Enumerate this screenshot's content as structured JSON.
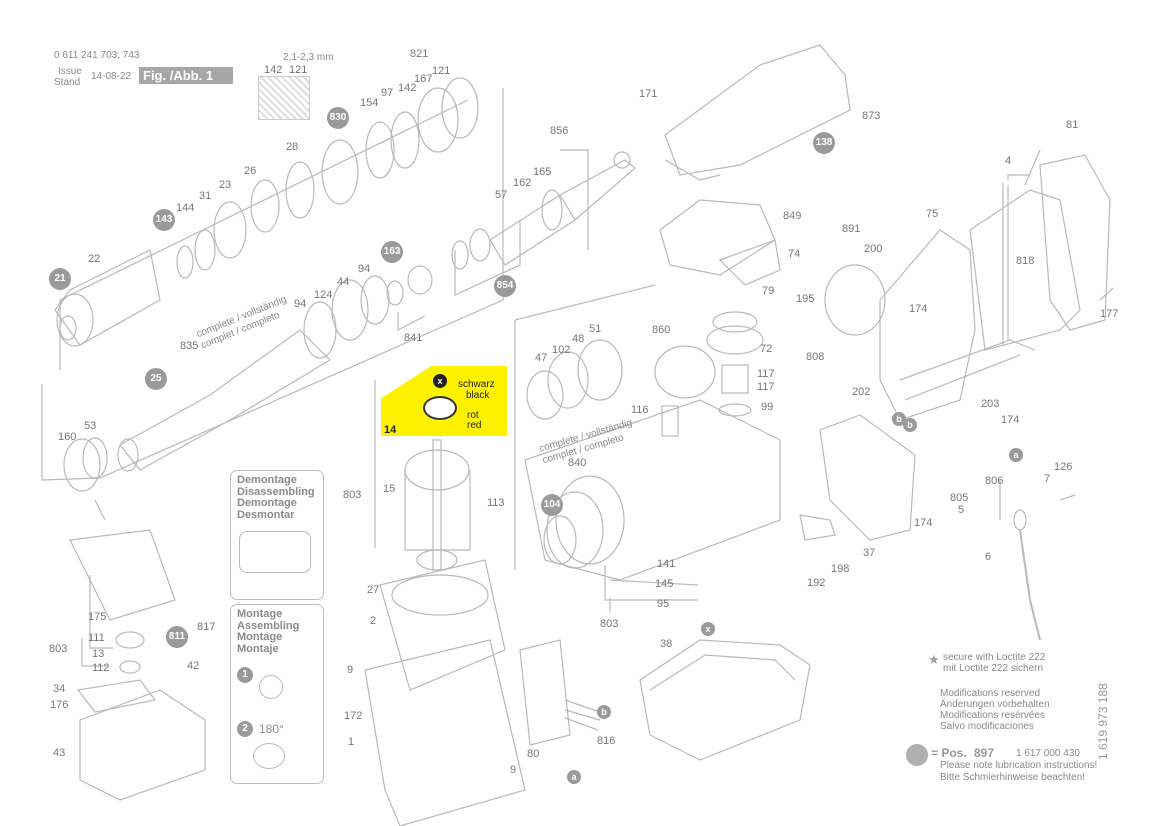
{
  "header": {
    "part_numbers": "0 611 241 703; 743",
    "issue_label": "Issue",
    "stand_label": "Stand",
    "issue_date": "14-08-22",
    "figure_label": "Fig. /Abb. 1"
  },
  "detail": {
    "dimension": "2,1-2,3 mm",
    "labels": [
      "142",
      "121"
    ]
  },
  "parts": [
    "821",
    "154",
    "97",
    "142",
    "167",
    "121",
    "830",
    "28",
    "26",
    "23",
    "31",
    "144",
    "143",
    "22",
    "21",
    "856",
    "57",
    "162",
    "165",
    "163",
    "854",
    "94",
    "44",
    "124",
    "94",
    "841",
    "835",
    "25",
    "53",
    "160",
    "15",
    "113",
    "803",
    "27",
    "2",
    "9",
    "172",
    "1",
    "9",
    "80",
    "816",
    "811",
    "817",
    "42",
    "175",
    "111",
    "803",
    "13",
    "112",
    "34",
    "176",
    "43",
    "860",
    "48",
    "51",
    "102",
    "47",
    "116",
    "72",
    "117",
    "117",
    "99",
    "104",
    "840",
    "141",
    "145",
    "95",
    "803",
    "38",
    "171",
    "873",
    "138",
    "849",
    "74",
    "79",
    "81",
    "4",
    "891",
    "200",
    "75",
    "818",
    "195",
    "174",
    "808",
    "202",
    "177",
    "203",
    "174",
    "174",
    "37",
    "192",
    "198",
    "806",
    "7",
    "126",
    "805",
    "5",
    "6"
  ],
  "lubrication_marks": [
    "x",
    "b",
    "a",
    "b",
    "a",
    "b",
    "x"
  ],
  "complete_text": "complete / vollständig\ncomplet / completo",
  "disassembling_box": {
    "title": "Demontage\nDisassembling\nDemontage\nDesmontar"
  },
  "assembling_box": {
    "title": "Montage\nAssembling\nMontage\nMontaje",
    "step1": "1",
    "step2": "2",
    "angle": "180°"
  },
  "highlight": {
    "mark": "x",
    "color_de": "schwarz",
    "color_en": "black",
    "color2_de": "rot",
    "color2_en": "red",
    "part": "14"
  },
  "notes": {
    "loctite_en": "secure with Loctite 222",
    "loctite_de": "mit Loctite 222 sichern",
    "mod_en": "Modifications reserved",
    "mod_de": "Änderungen vorbehalten",
    "mod_fr": "Modifications resérvées",
    "mod_es": "Salvo modificaciones",
    "pos_label": "= Pos.",
    "pos_number": "897",
    "pos_partnr": "1 617 000 430",
    "lube_en": "Please note lubrication instructions!",
    "lube_de": "Bitte Schmierhinweise beachten!"
  },
  "doc_number": "1 619 973 188",
  "colors": {
    "line": "#b9b9b9",
    "badge": "#9a9a9a",
    "highlight": "#fff200"
  }
}
